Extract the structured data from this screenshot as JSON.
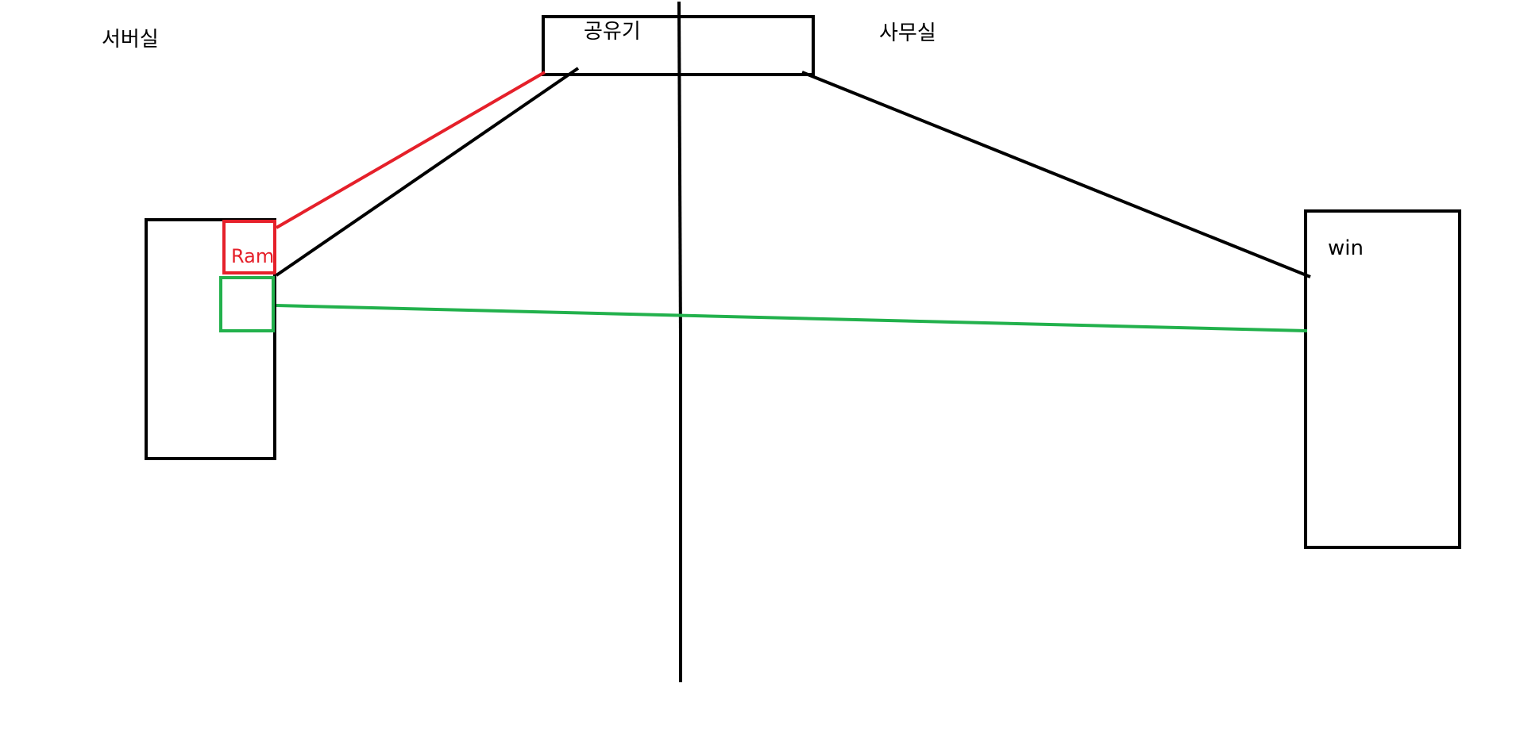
{
  "labels": {
    "server_room": "서버실",
    "router": "공유기",
    "office": "사무실",
    "ram": "Ram",
    "win": "win"
  },
  "colors": {
    "background": "#ffffff",
    "stroke": "#000000",
    "ram_link": "#e5202a",
    "green_link": "#22b14c"
  }
}
